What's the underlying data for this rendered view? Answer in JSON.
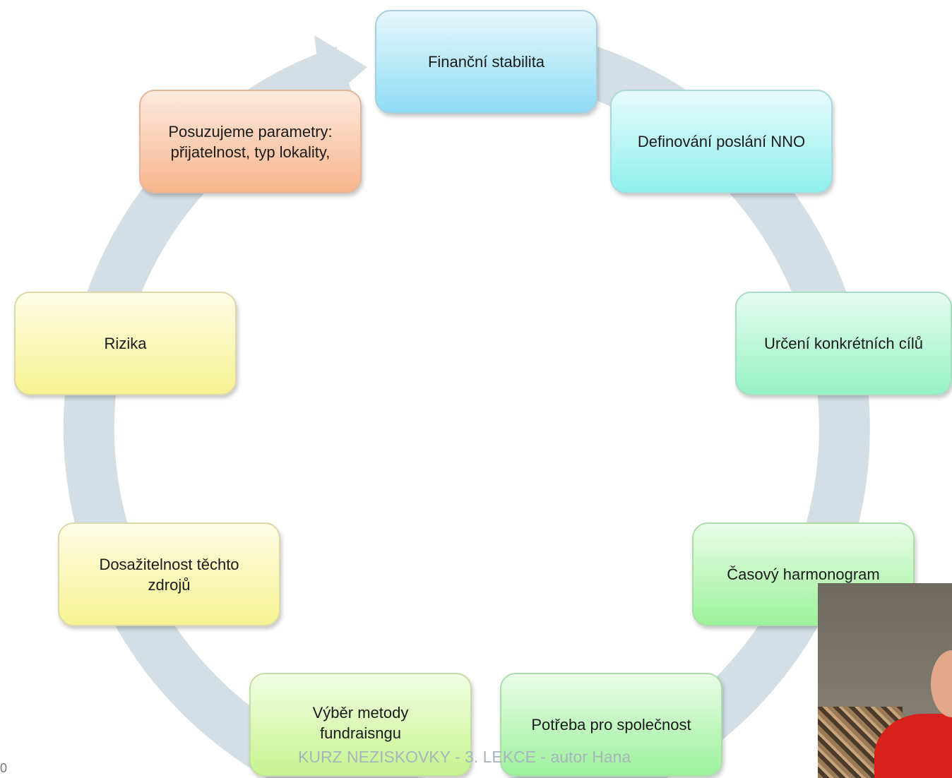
{
  "diagram": {
    "nodes": [
      {
        "id": "n1",
        "text": "Finanční stabilita"
      },
      {
        "id": "n2",
        "text": "Definování poslání NNO"
      },
      {
        "id": "n3",
        "text": "Určení konkrétních cílů"
      },
      {
        "id": "n4",
        "text": "Časový harmonogram"
      },
      {
        "id": "n5",
        "text": "Potřeba pro společnost"
      },
      {
        "id": "n6",
        "text": "Výběr metody fundraisngu"
      },
      {
        "id": "n7",
        "text": "Dosažitelnost těchto zdrojů"
      },
      {
        "id": "n8",
        "text": "Rizika"
      },
      {
        "id": "n9",
        "text": "Posuzujeme parametry: přijatelnost, typ lokality,"
      }
    ],
    "cycle_direction": "clockwise",
    "arrow_color": "#d3dfe5"
  },
  "footer": {
    "text": "KURZ NEZISKOVKY - 3. LEKCE - autor Hana"
  },
  "page_marker": "0",
  "webcam": {
    "present": true
  }
}
